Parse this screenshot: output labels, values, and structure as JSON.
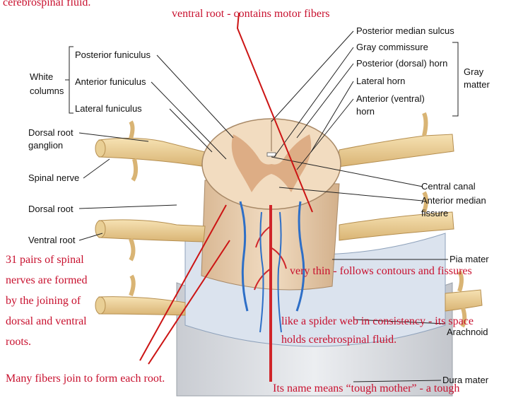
{
  "annotations": {
    "top_left_cut": "cerebrospinal fluid.",
    "ventral_root_note": "ventral root - contains motor fibers",
    "pairs_note": [
      "31 pairs of spinal",
      "nerves are formed",
      "by the joining of",
      "dorsal and ventral",
      "roots."
    ],
    "fibers_note": "Many fibers join to form each root.",
    "pia_note": "very thin - follows contours and fissures",
    "arachnoid_note": [
      "like a spider web in consistency - its space",
      "holds cerebrospinal fluid."
    ],
    "dura_note": "Its name means “tough mother” - a tough"
  },
  "labels": {
    "white_columns": [
      "White",
      "columns"
    ],
    "posterior_funiculus": "Posterior funiculus",
    "anterior_funiculus": "Anterior funiculus",
    "lateral_funiculus": "Lateral funiculus",
    "dorsal_root_ganglion": [
      "Dorsal root",
      "ganglion"
    ],
    "spinal_nerve": "Spinal nerve",
    "dorsal_root": "Dorsal root",
    "ventral_root": "Ventral root",
    "posterior_median_sulcus": "Posterior median sulcus",
    "gray_commissure": "Gray commissure",
    "posterior_horn": "Posterior (dorsal) horn",
    "lateral_horn": "Lateral horn",
    "anterior_horn": [
      "Anterior (ventral)",
      "horn"
    ],
    "gray_matter": [
      "Gray",
      "matter"
    ],
    "central_canal": "Central canal",
    "anterior_median_fissure": [
      "Anterior median",
      "fissure"
    ],
    "pia_mater": "Pia mater",
    "arachnoid": "Arachnoid",
    "dura_mater": "Dura mater"
  },
  "colors": {
    "annotation_red": "#c8102e",
    "nerve": "#f0d6a0",
    "cord": "#f2dcc0",
    "gray_matter_fill": "#d9a57a",
    "dura": "#e2e4e8",
    "arachnoid": "#c9d6e6",
    "vein": "#2e6fc7",
    "artery": "#d0252a"
  }
}
